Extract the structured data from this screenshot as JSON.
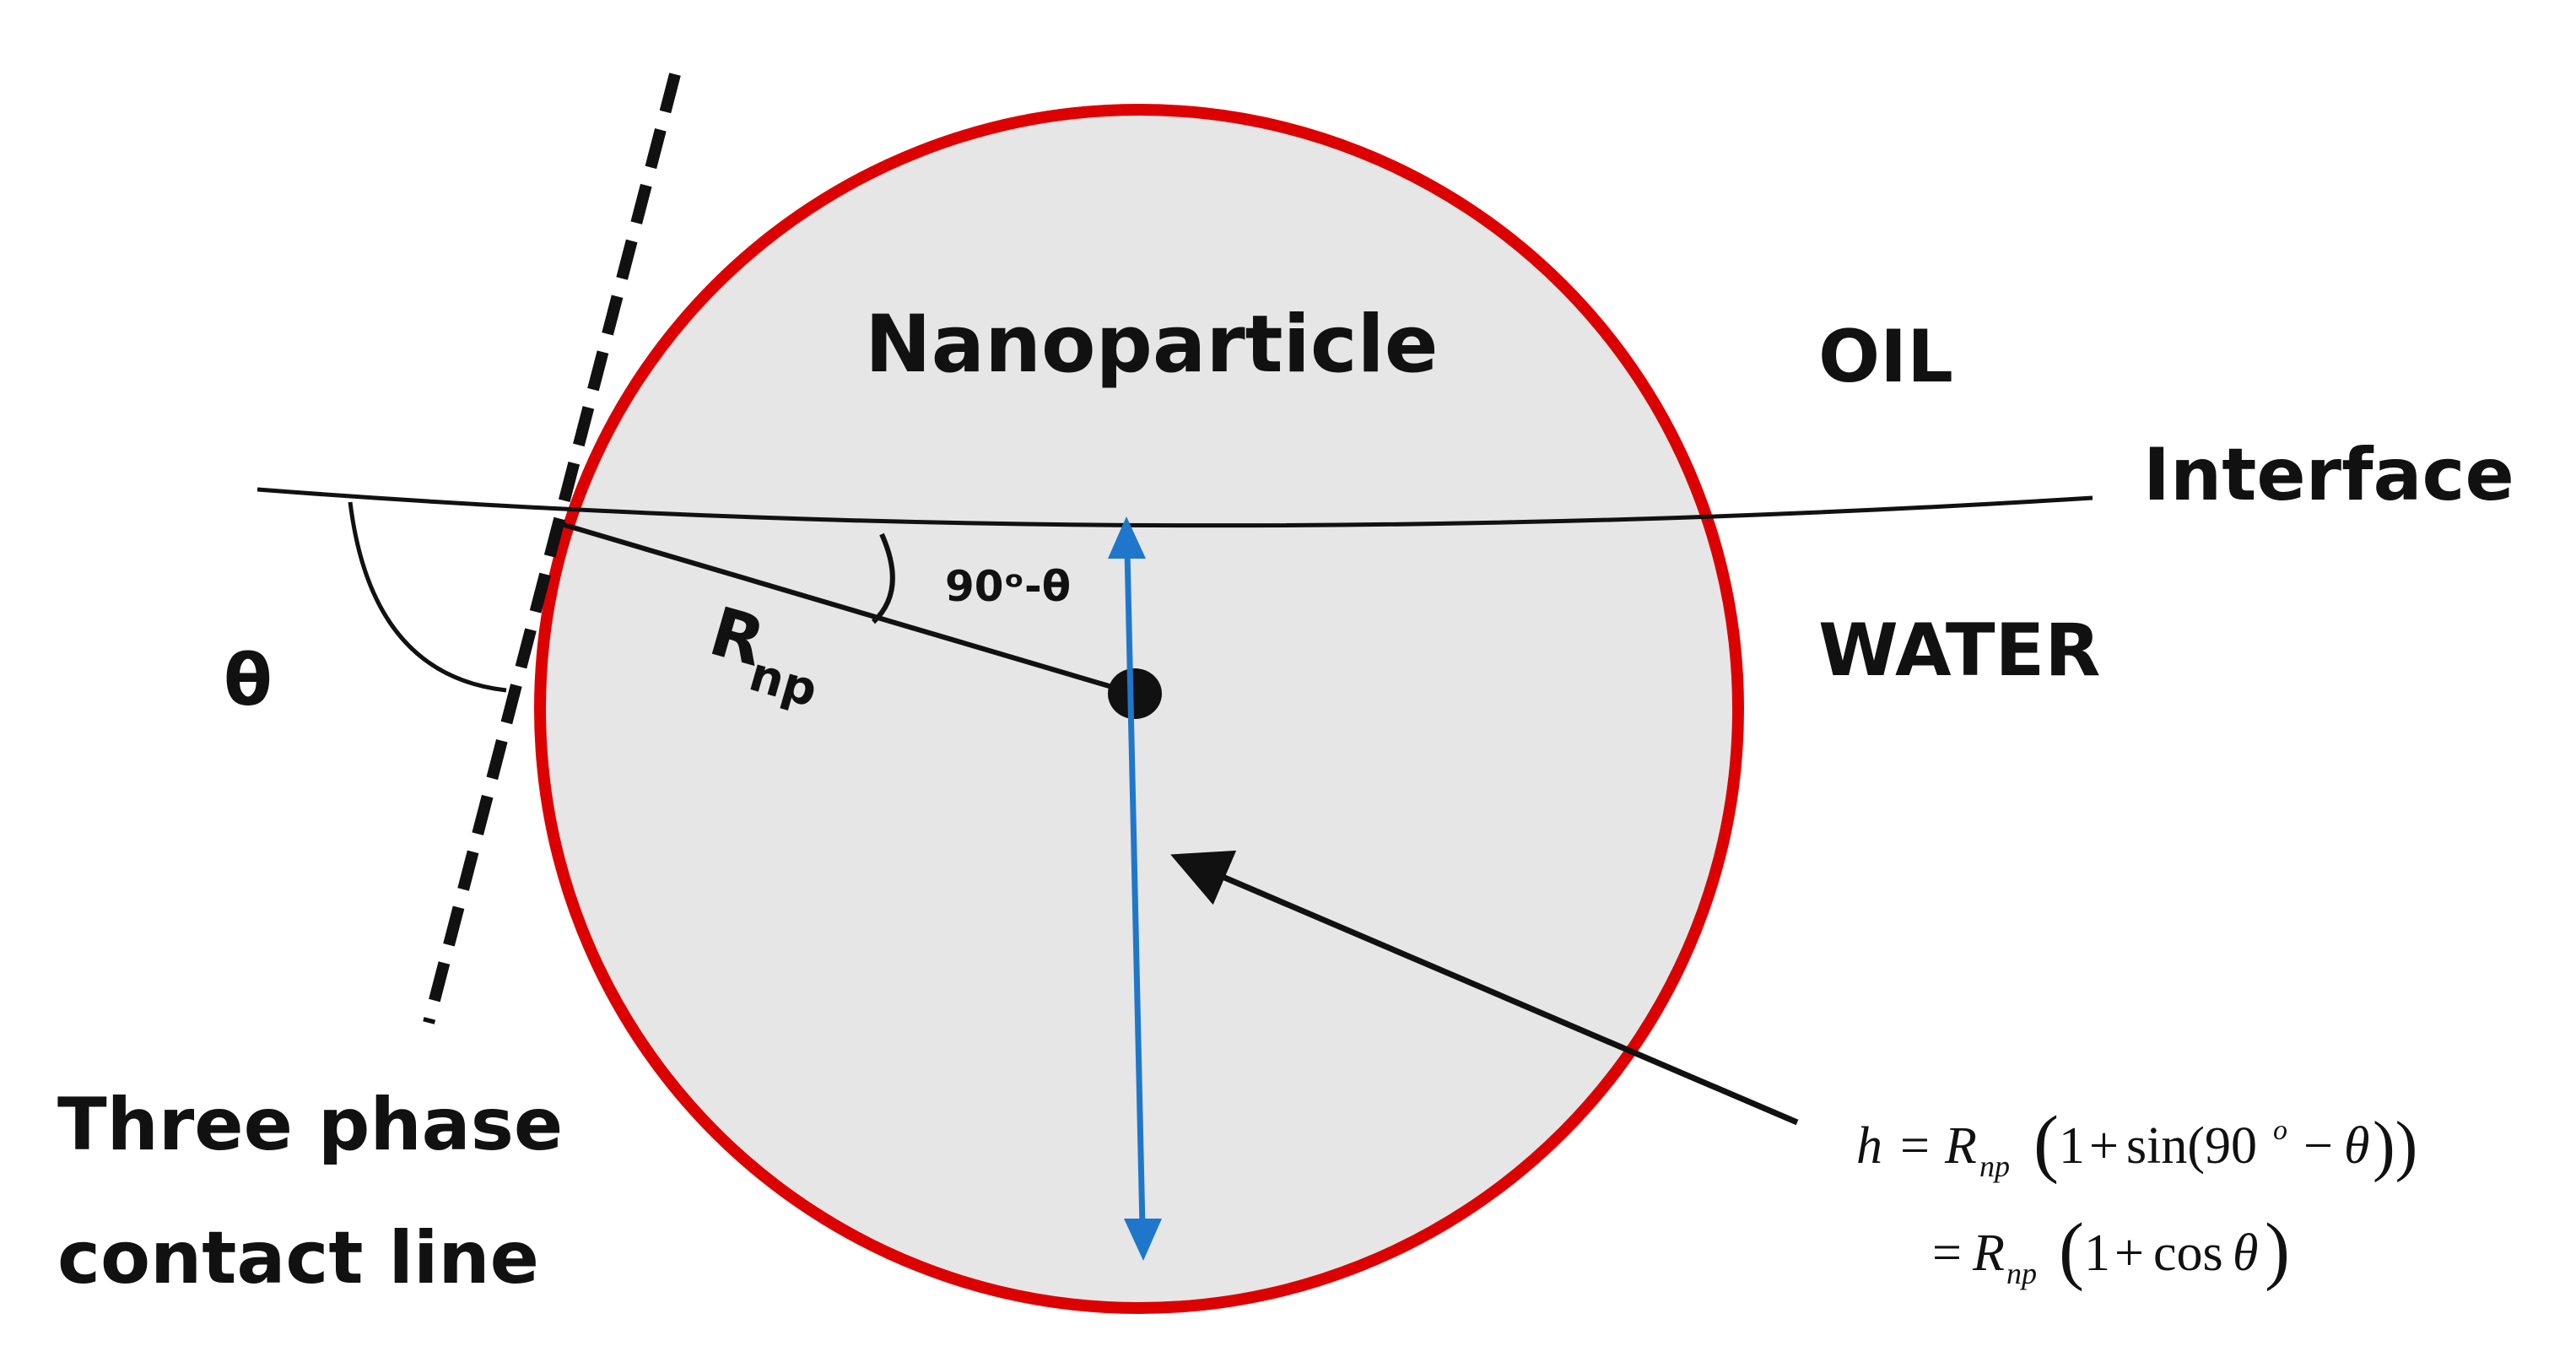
{
  "labels": {
    "nanoparticle": "Nanoparticle",
    "oil": "OIL",
    "interface": "Interface",
    "water": "WATER",
    "theta": "θ",
    "angle_90_minus_theta": "90ᵒ-θ",
    "radius_main": "R",
    "radius_sub": "np",
    "contact_line_1": "Three phase",
    "contact_line_2": "contact line"
  },
  "equation": {
    "line1": {
      "h": "h",
      "eq": "=",
      "R": "R",
      "sub": "np",
      "lparen": "(",
      "one": "1",
      "plus": "+",
      "sin": "sin(90",
      "sup": "o",
      "minus": "−",
      "theta": "θ",
      "rclose": "))"
    },
    "line2": {
      "eq": "=",
      "R": "R",
      "sub": "np",
      "lparen": "(",
      "one": "1",
      "plus": "+",
      "cos": "cos",
      "theta": "θ",
      "rparen": ")"
    }
  },
  "colors": {
    "particle_fill": "#e6e6e6",
    "particle_outline": "#dd0000",
    "height_arrow": "#1f77cc",
    "ink": "#111111"
  }
}
